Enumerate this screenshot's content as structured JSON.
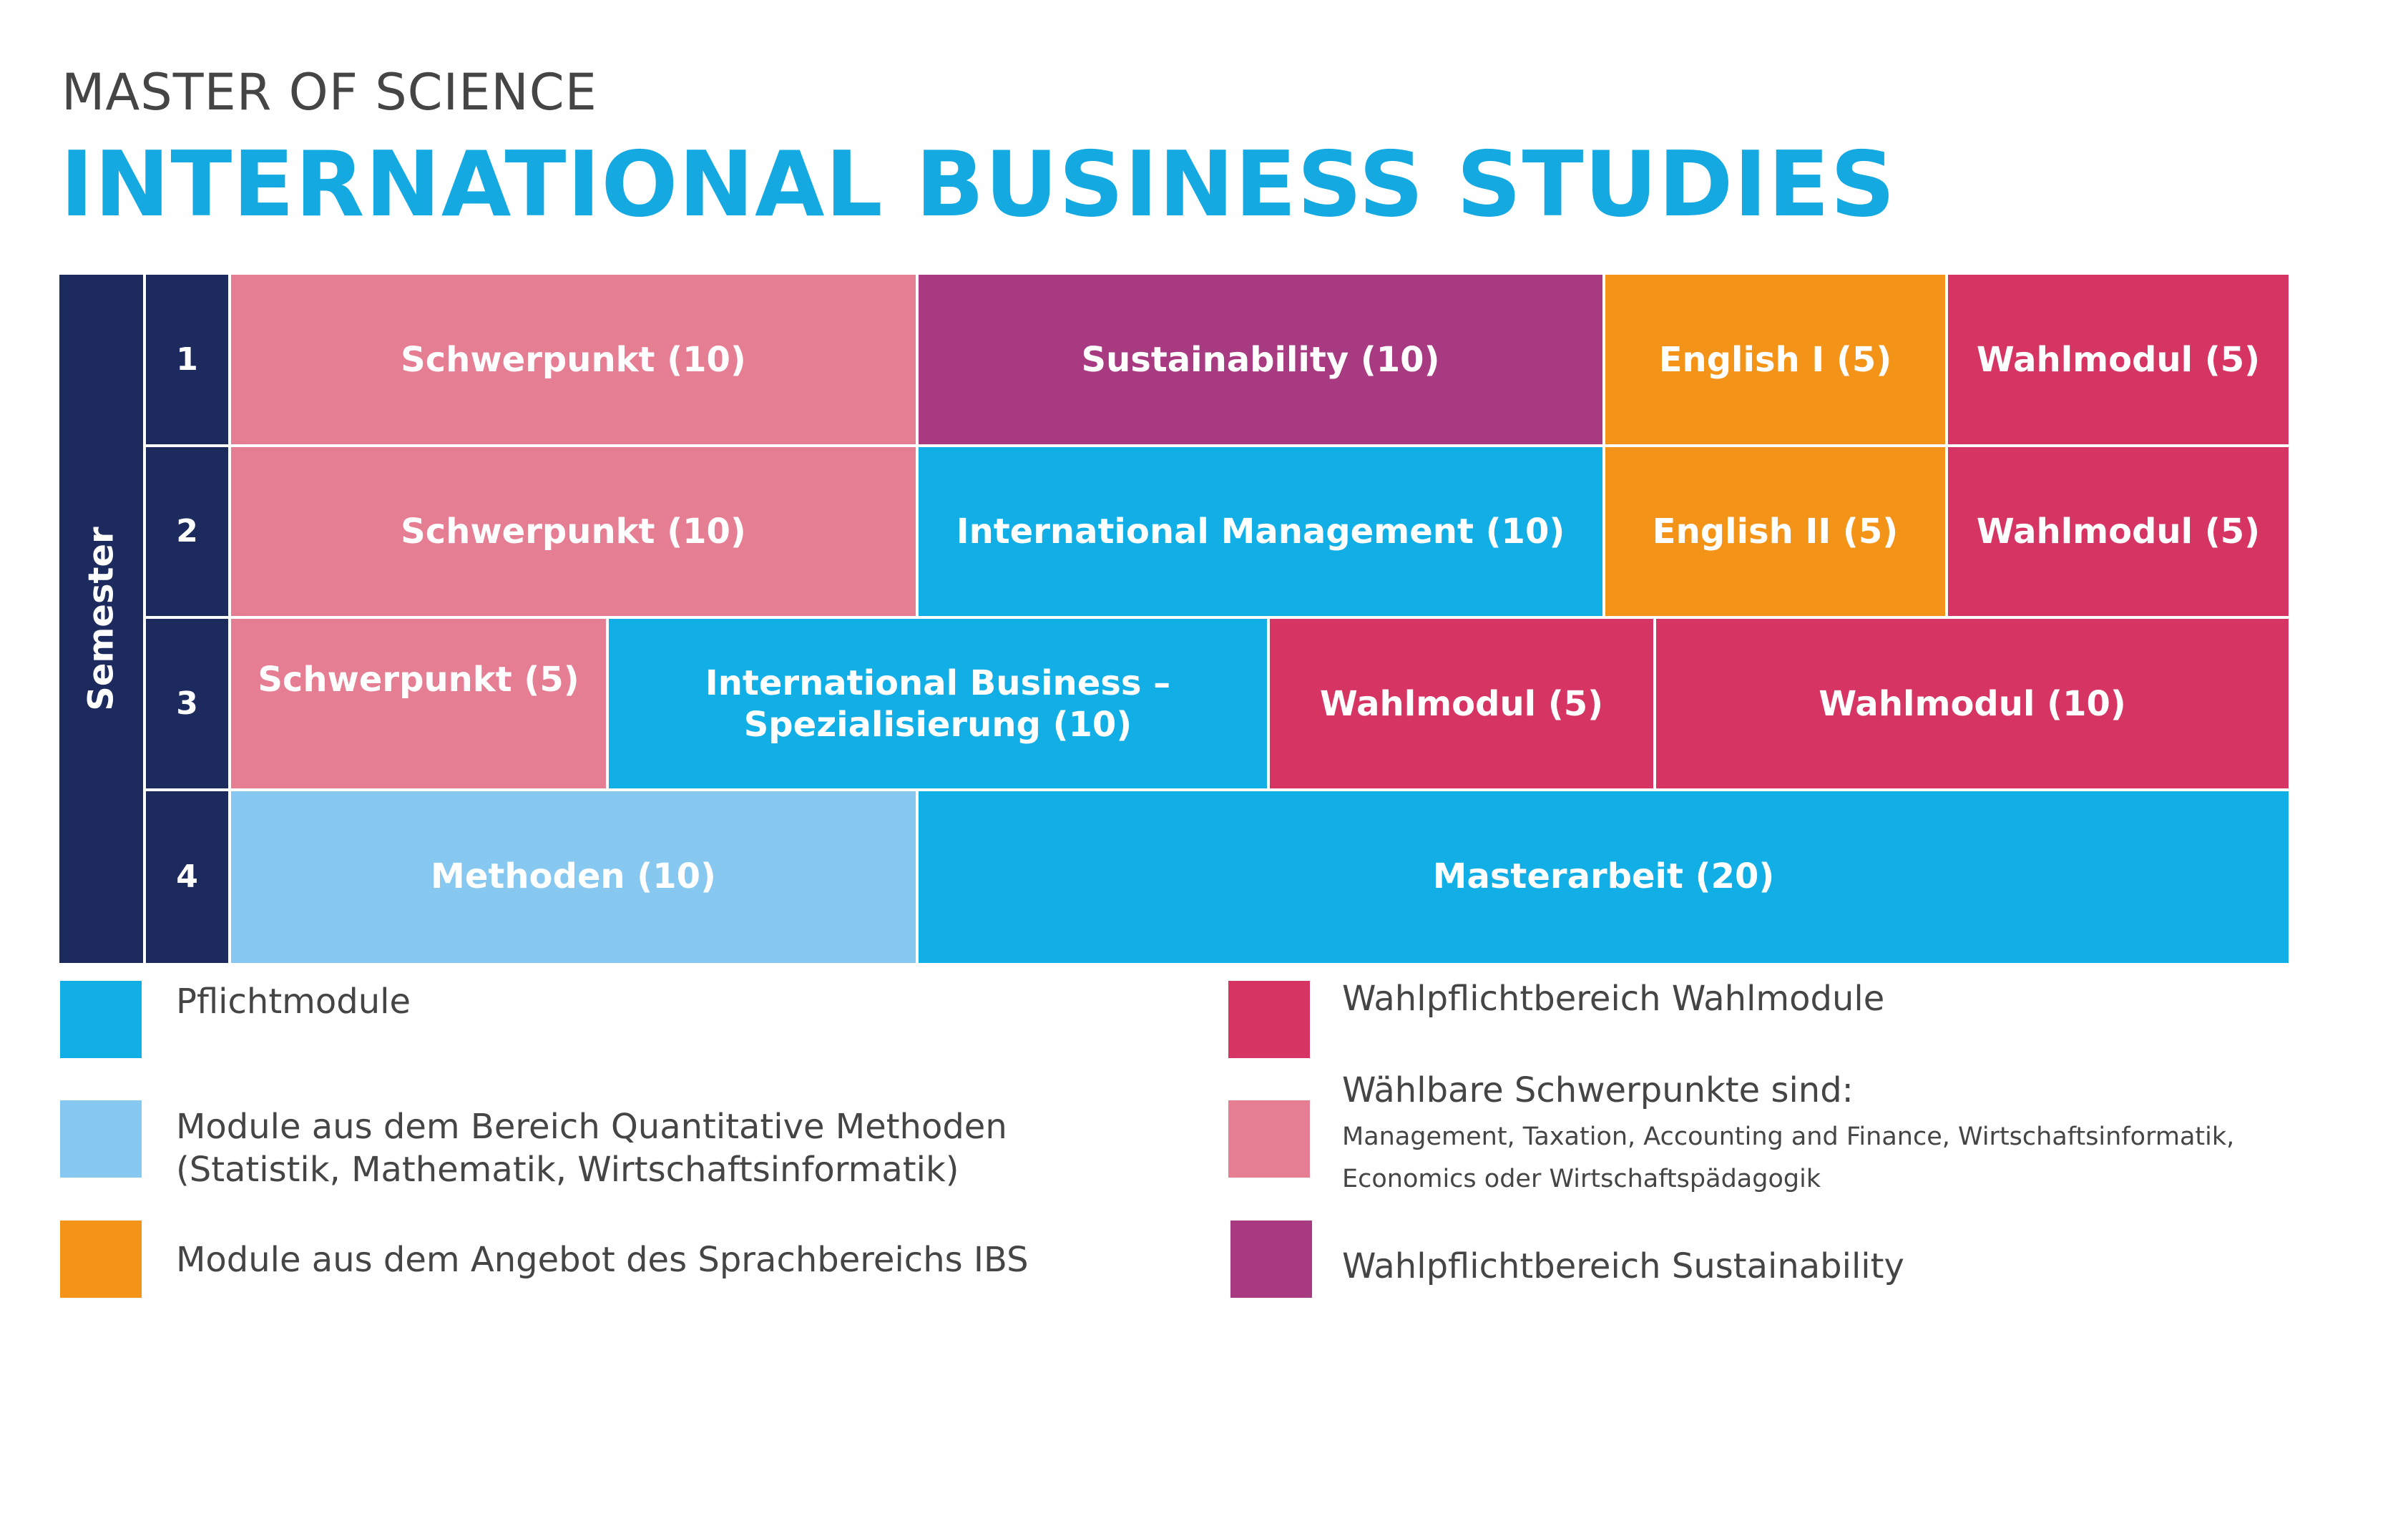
{
  "header": {
    "subtitle": "MASTER OF SCIENCE",
    "title": "INTERNATIONAL BUSINESS STUDIES"
  },
  "colors": {
    "navy": "#1c2a5e",
    "pflicht": "#12aee6",
    "methoden": "#86c8ef",
    "sprache": "#f39418",
    "wahlmodul": "#d63463",
    "schwerpunkt": "#e57e92",
    "sustainability": "#a83a82",
    "title": "#14a9e1"
  },
  "grid": {
    "semester_label": "Semester",
    "rows": [
      {
        "number": "1",
        "modules": [
          {
            "label_line1": "Schwerpunkt (10)",
            "label_line2": "",
            "category": "schwerpunkt"
          },
          {
            "label_line1": "Sustainability (10)",
            "label_line2": "",
            "category": "sustainability"
          },
          {
            "label_line1": "English I (5)",
            "label_line2": "",
            "category": "sprache"
          },
          {
            "label_line1": "Wahlmodul (5)",
            "label_line2": "",
            "category": "wahlmodul"
          }
        ]
      },
      {
        "number": "2",
        "modules": [
          {
            "label_line1": "Schwerpunkt (10)",
            "label_line2": "",
            "category": "schwerpunkt"
          },
          {
            "label_line1": "International Management (10)",
            "label_line2": "",
            "category": "pflicht"
          },
          {
            "label_line1": "English II (5)",
            "label_line2": "",
            "category": "sprache"
          },
          {
            "label_line1": "Wahlmodul (5)",
            "label_line2": "",
            "category": "wahlmodul"
          }
        ]
      },
      {
        "number": "3",
        "modules": [
          {
            "label_line1": "Schwerpunkt (5)",
            "label_line2": "",
            "category": "schwerpunkt"
          },
          {
            "label_line1": "International Business –",
            "label_line2": "Spezialisierung (10)",
            "category": "pflicht"
          },
          {
            "label_line1": "Wahlmodul (5)",
            "label_line2": "",
            "category": "wahlmodul"
          },
          {
            "label_line1": "Wahlmodul (10)",
            "label_line2": "",
            "category": "wahlmodul"
          }
        ]
      },
      {
        "number": "4",
        "modules": [
          {
            "label_line1": "Methoden (10)",
            "label_line2": "",
            "category": "methoden"
          },
          {
            "label_line1": "Masterarbeit (20)",
            "label_line2": "",
            "category": "pflicht"
          }
        ]
      }
    ]
  },
  "legend": {
    "pflicht": "Pflichtmodule",
    "methoden_line1": "Module aus dem Bereich Quantitative Methoden",
    "methoden_line2": "(Statistik, Mathematik, Wirtschaftsinformatik)",
    "sprache": "Module aus dem Angebot des Sprachbereichs IBS",
    "wahlmodul": "Wahlpflichtbereich Wahlmodule",
    "schwerpunkt_heading": "Wählbare Schwerpunkte sind:",
    "schwerpunkt_line1": "Management, Taxation, Accounting and Finance, Wirtschaftsinformatik,",
    "schwerpunkt_line2": "Economics oder Wirtschaftspädagogik",
    "sustainability": "Wahlpflichtbereich Sustainability"
  }
}
